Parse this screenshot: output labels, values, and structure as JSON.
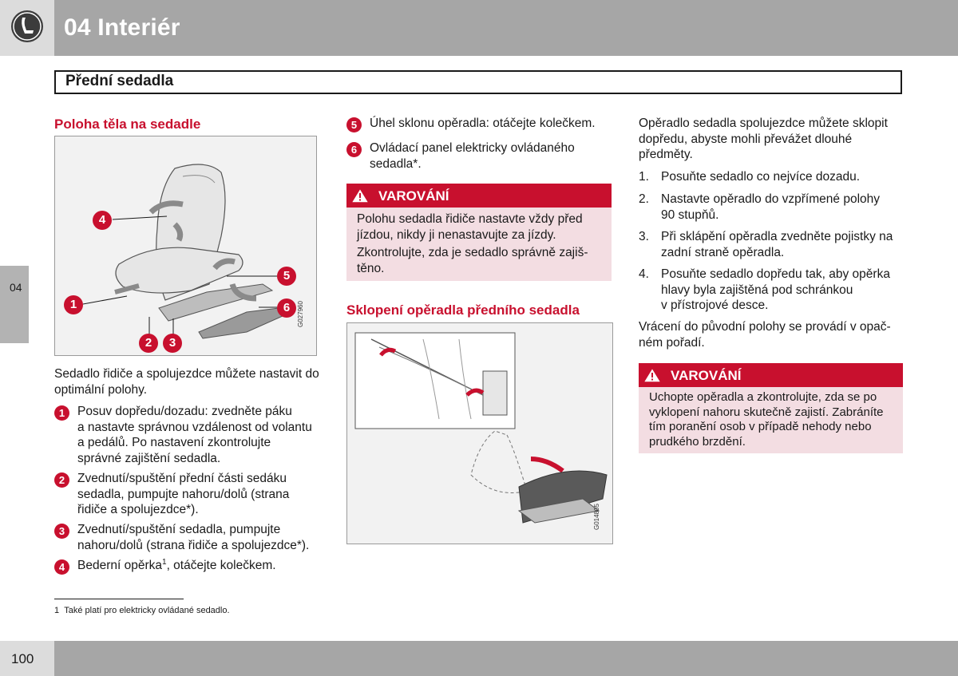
{
  "header": {
    "chapter_title": "04 Interiér",
    "icon": "seat-icon"
  },
  "section": {
    "title": "Přední sedadla"
  },
  "side_tab": {
    "label": "04"
  },
  "page_number": "100",
  "left_column": {
    "heading": "Poloha těla na sedadle",
    "figure": {
      "code": "G027960",
      "callouts": [
        "1",
        "2",
        "3",
        "4",
        "5",
        "6"
      ]
    },
    "intro": "Sedadlo řidiče a spolujezdce můžete nastavit do optimální polohy.",
    "items": [
      {
        "num": "1",
        "lines": [
          "Posuv dopředu/dozadu: zvedněte páku",
          "a nastavte správnou vzdálenost od volantu",
          "a pedálů. Po nastavení zkontrolujte",
          "správné zajištění sedadla."
        ]
      },
      {
        "num": "2",
        "lines": [
          "Zvednutí/spuštění přední části sedáku",
          "sedadla, pumpujte nahoru/dolů (strana",
          "řidiče a spolujezdce*)."
        ]
      },
      {
        "num": "3",
        "lines": [
          "Zvednutí/spuštění sedadla, pumpujte",
          "nahoru/dolů (strana řidiče a spolujezdce*)."
        ]
      },
      {
        "num": "4",
        "text_before": "Bederní opěrka",
        "sup": "1",
        "text_after": ", otáčejte kolečkem."
      }
    ],
    "footnote": {
      "mark": "1",
      "text": "Také platí pro elektricky ovládané sedadlo."
    }
  },
  "middle_column": {
    "items": [
      {
        "num": "5",
        "lines": [
          "Úhel sklonu opěradla: otáčejte kolečkem."
        ]
      },
      {
        "num": "6",
        "lines": [
          "Ovládací panel elektricky ovládaného",
          "sedadla*."
        ]
      }
    ],
    "warning": {
      "title": "VAROVÁNÍ",
      "paragraphs": [
        [
          "Polohu sedadla řidiče nastavte vždy před",
          "jízdou, nikdy ji nenastavujte za jízdy."
        ],
        [
          "Zkontrolujte, zda je sedadlo správně zajiš-",
          "těno."
        ]
      ]
    },
    "heading": "Sklopení opěradla předního sedadla",
    "figure": {
      "code": "G014805"
    }
  },
  "right_column": {
    "intro": [
      "Opěradlo sedadla spolujezdce můžete sklopit",
      "dopředu, abyste mohli převážet dlouhé",
      "předměty."
    ],
    "steps": [
      {
        "num": "1.",
        "lines": [
          "Posuňte sedadlo co nejvíce dozadu."
        ]
      },
      {
        "num": "2.",
        "lines": [
          "Nastavte opěradlo do vzpřímené polohy",
          "90 stupňů."
        ]
      },
      {
        "num": "3.",
        "lines": [
          "Při sklápění opěradla zvedněte pojistky na",
          "zadní straně opěradla."
        ]
      },
      {
        "num": "4.",
        "lines": [
          "Posuňte sedadlo dopředu tak, aby opěrka",
          "hlavy byla zajištěná pod schránkou",
          "v přístrojové desce."
        ]
      }
    ],
    "outro": [
      "Vrácení do původní polohy se provádí v opač-",
      "ném pořadí."
    ],
    "warning": {
      "title": "VAROVÁNÍ",
      "lines": [
        "Uchopte opěradla a zkontrolujte, zda se po",
        "vyklopení nahoru skutečně zajistí. Zabráníte",
        "tím poranění osob v případě nehody nebo",
        "prudkého brzdění."
      ]
    }
  },
  "colors": {
    "accent": "#c8102e",
    "header_gray": "#a6a6a6",
    "warning_bg": "#f3dde2"
  }
}
